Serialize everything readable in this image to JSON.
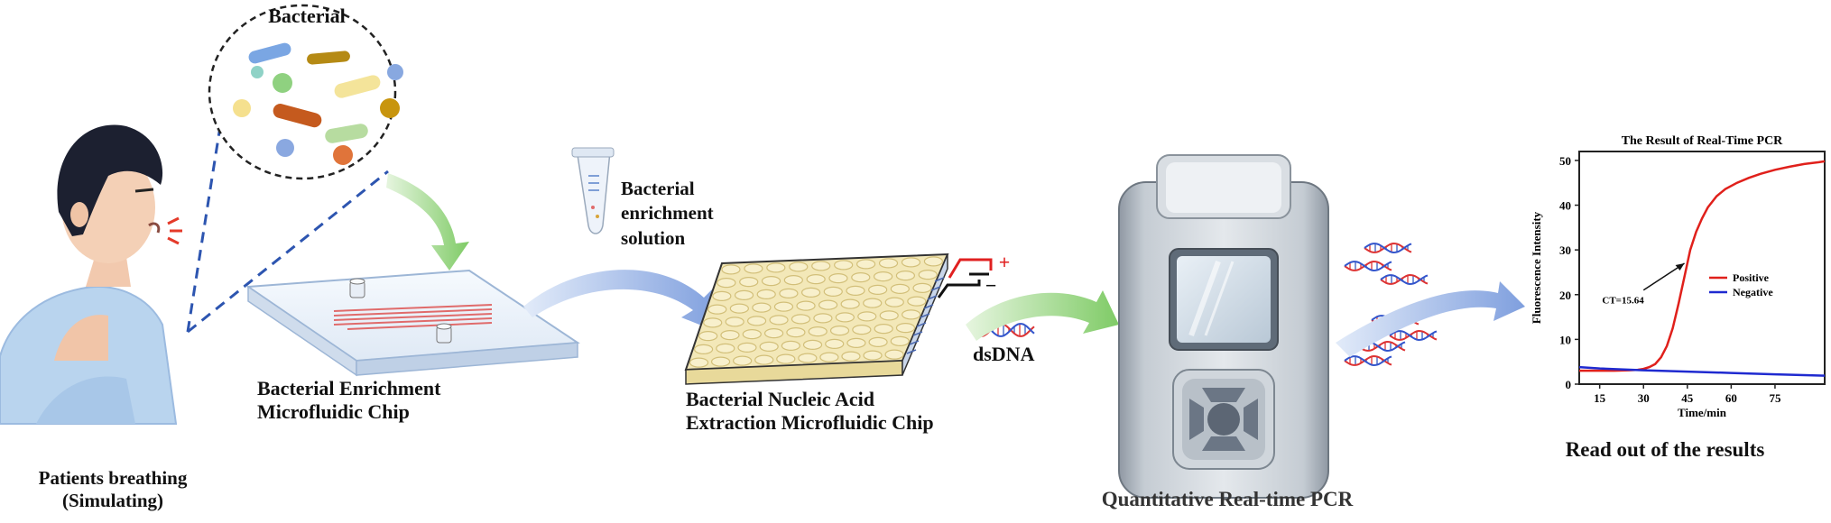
{
  "stages": {
    "patient": {
      "label_line1": "Patients breathing",
      "label_line2": "(Simulating)"
    },
    "bacteria_bubble": {
      "label": "Bacterial"
    },
    "enrichment_chip": {
      "label_line1": "Bacterial Enrichment",
      "label_line2": "Microfluidic Chip"
    },
    "enrichment_solution": {
      "label_line1": "Bacterial",
      "label_line2": "enrichment",
      "label_line3": "solution"
    },
    "extraction_chip": {
      "label_line1": "Bacterial Nucleic Acid",
      "label_line2": "Extraction Microfluidic Chip",
      "electrode_plus": "+",
      "electrode_minus": "−"
    },
    "dsdna": {
      "label": "dsDNA"
    },
    "pcr_machine": {
      "label": "Quantitative Real-time PCR"
    },
    "readout": {
      "label": "Read out of the results"
    }
  },
  "colors": {
    "positive": "#e0201b",
    "negative": "#1f2ad0",
    "arrow_green": "#8fd17a",
    "arrow_blue": "#8aa8e0",
    "dashed_line": "#2d55b0"
  },
  "chart_data": {
    "type": "line",
    "title": "The Result of Real-Time PCR",
    "xlabel": "Time/min",
    "ylabel": "Fluorescence Intensity",
    "xlim": [
      8,
      92
    ],
    "ylim": [
      0,
      52
    ],
    "xticks": [
      15,
      30,
      45,
      60,
      75
    ],
    "yticks": [
      0,
      10,
      20,
      30,
      40,
      50
    ],
    "annotation": {
      "text": "CT=15.64",
      "x": 44,
      "y": 27
    },
    "legend_position": "center-right",
    "series": [
      {
        "name": "Positive",
        "color": "#e0201b",
        "x": [
          8,
          15,
          20,
          25,
          28,
          30,
          32,
          34,
          36,
          38,
          40,
          42,
          44,
          46,
          48,
          50,
          52,
          55,
          58,
          62,
          66,
          70,
          75,
          80,
          85,
          90,
          92
        ],
        "y": [
          3.0,
          3.0,
          3.0,
          3.1,
          3.2,
          3.4,
          3.8,
          4.5,
          6.0,
          8.5,
          12.5,
          18.0,
          24.0,
          30.0,
          34.0,
          37.0,
          39.5,
          42.0,
          43.6,
          45.0,
          46.1,
          47.0,
          47.9,
          48.6,
          49.2,
          49.6,
          49.8
        ]
      },
      {
        "name": "Negative",
        "color": "#1f2ad0",
        "x": [
          8,
          15,
          30,
          45,
          60,
          75,
          92
        ],
        "y": [
          3.8,
          3.5,
          3.1,
          2.8,
          2.5,
          2.2,
          1.9
        ]
      }
    ]
  }
}
